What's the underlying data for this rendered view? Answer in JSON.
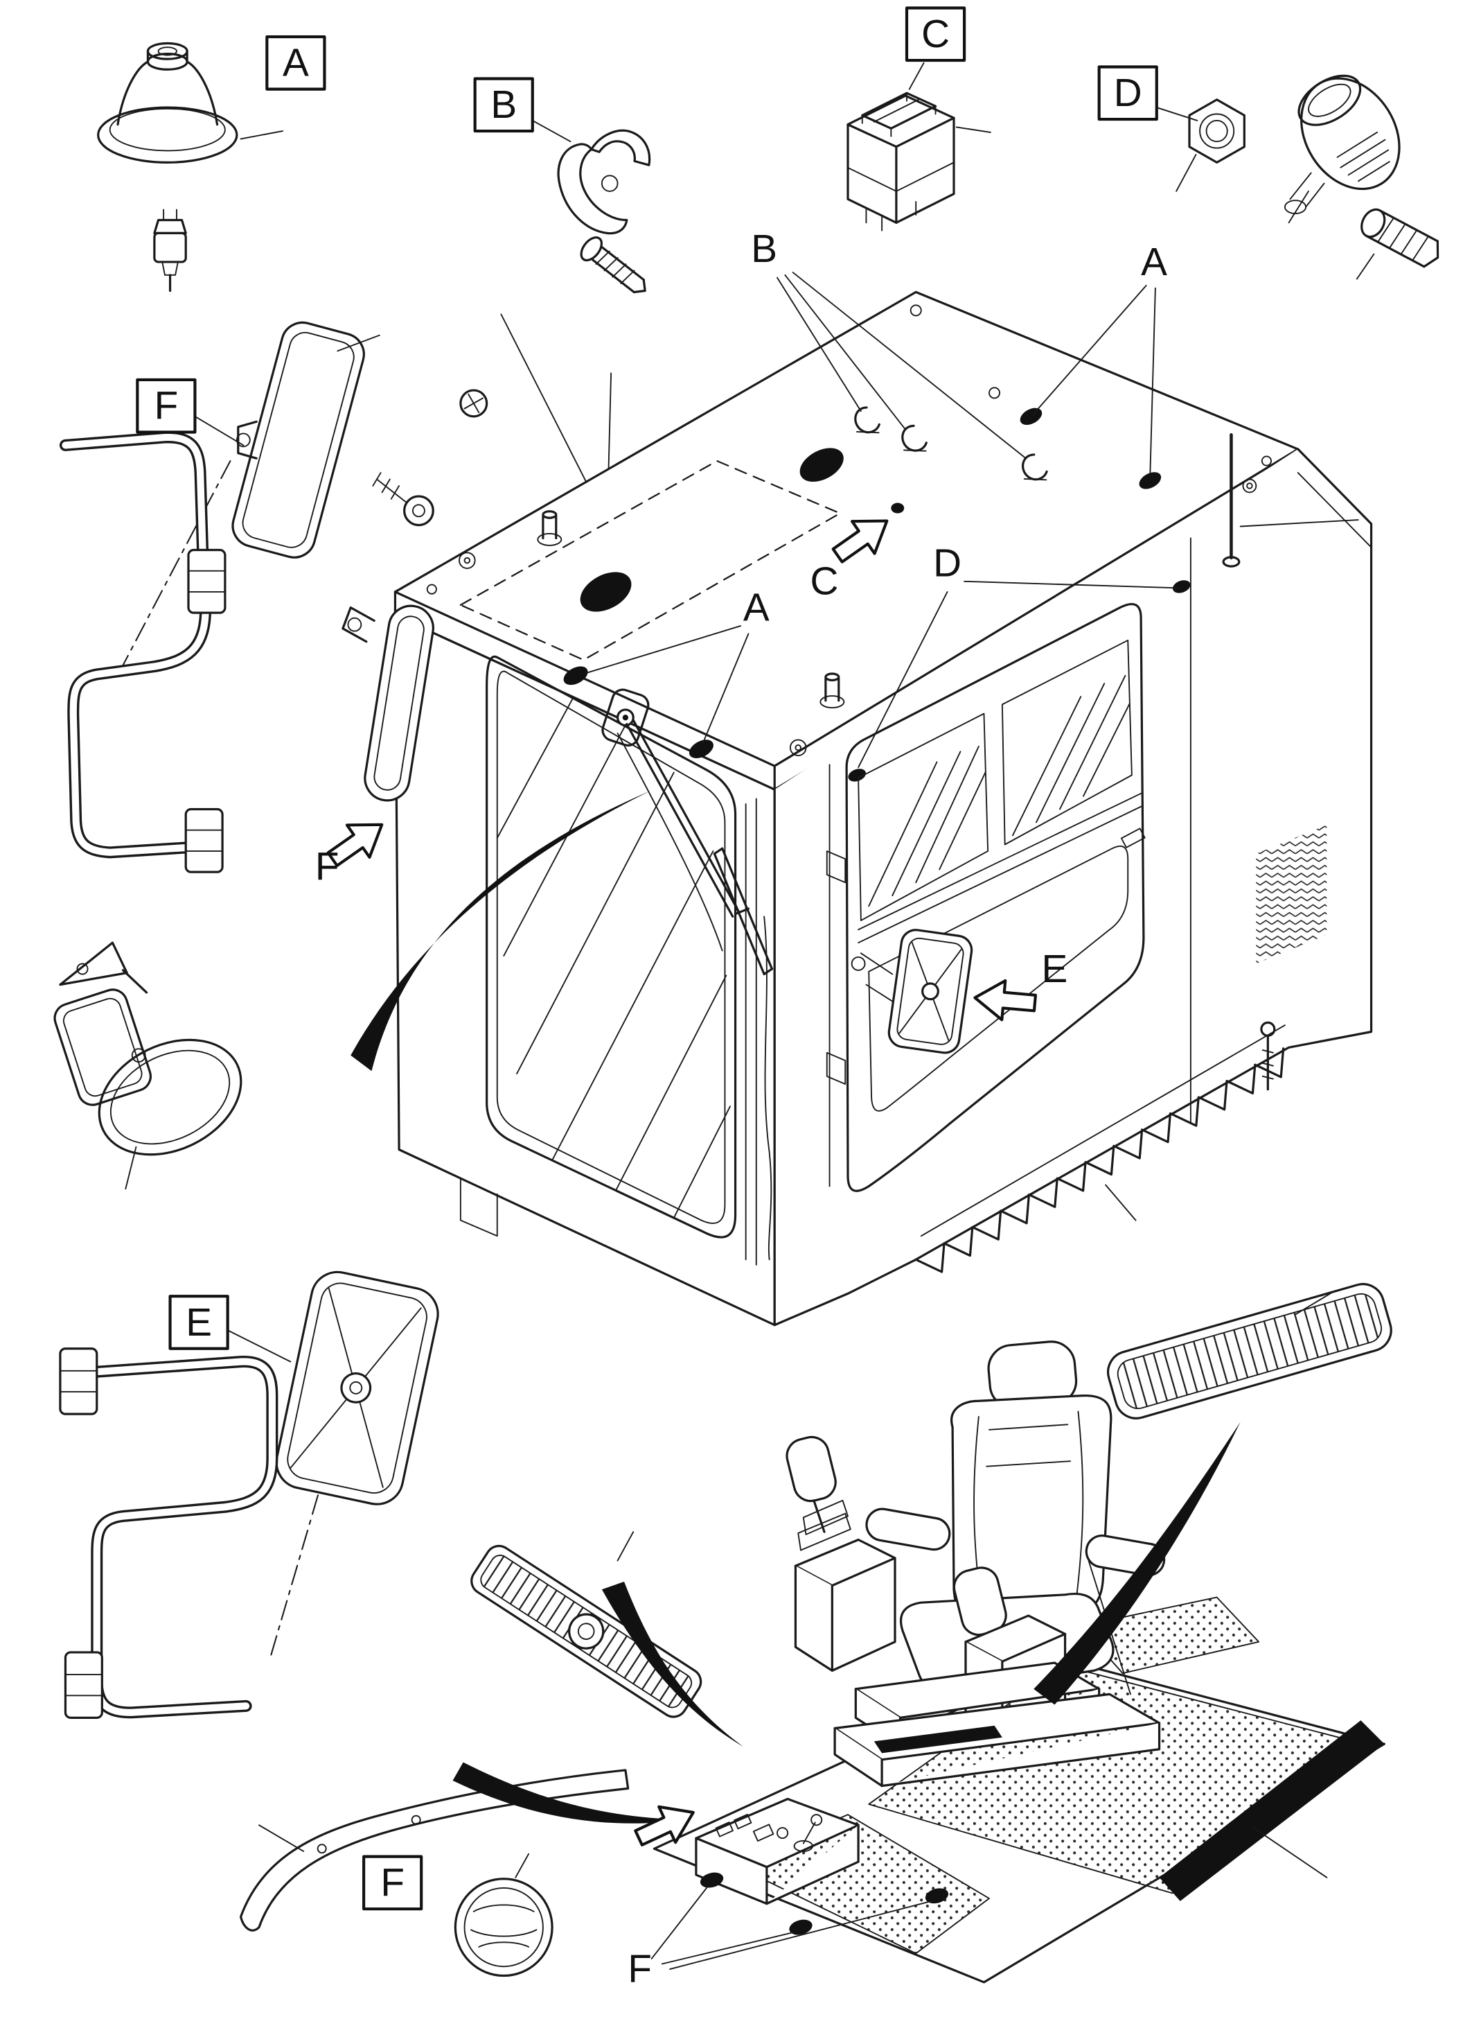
{
  "page": {
    "background": "#ffffff",
    "ink": "#1a1a1a"
  },
  "callouts": {
    "boxed": [
      {
        "id": "box-a",
        "label": "A"
      },
      {
        "id": "box-b",
        "label": "B"
      },
      {
        "id": "box-c",
        "label": "C"
      },
      {
        "id": "box-d",
        "label": "D"
      },
      {
        "id": "box-f-mirror",
        "label": "F"
      },
      {
        "id": "box-e-mirror",
        "label": "E"
      },
      {
        "id": "box-f-cap",
        "label": "F"
      }
    ],
    "inline": [
      {
        "id": "ref-b-roof",
        "label": "B"
      },
      {
        "id": "ref-a-roof",
        "label": "A"
      },
      {
        "id": "ref-a-front",
        "label": "A"
      },
      {
        "id": "ref-c-roof",
        "label": "C"
      },
      {
        "id": "ref-d-roof",
        "label": "D"
      },
      {
        "id": "ref-f-side",
        "label": "F"
      },
      {
        "id": "ref-e-door",
        "label": "E"
      },
      {
        "id": "ref-f-floor",
        "label": "F"
      }
    ]
  }
}
